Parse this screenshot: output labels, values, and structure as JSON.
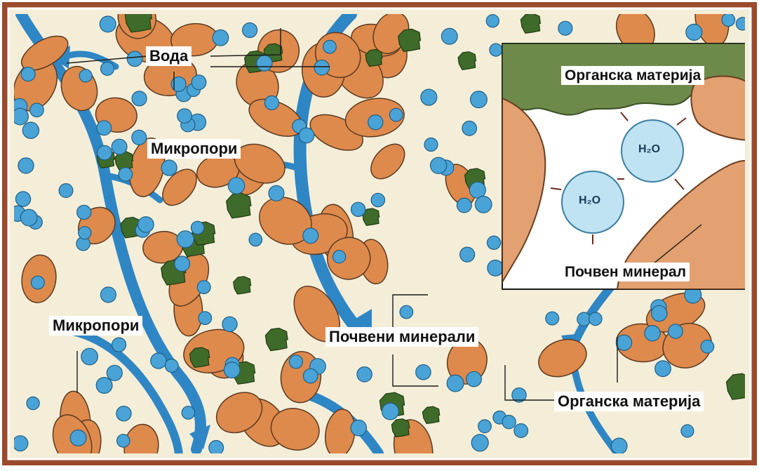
{
  "labels": {
    "water": "Вода",
    "micropores_top": "Микропори",
    "micropores_bottom": "Микропори",
    "soil_minerals": "Почвени минерали",
    "organic_matter_bottom": "Органска материја",
    "inset_organic_matter": "Органска материја",
    "inset_soil_mineral": "Почвен минерал",
    "molecule_1": "H₂O",
    "molecule_2": "H₂O"
  },
  "colors": {
    "frame": "#9b4a2c",
    "background": "#f4eed9",
    "water_channel": "#2f86c4",
    "water_droplet": "#4aa3d6",
    "mineral_grain": "#de8a4c",
    "organic_matter": "#3f6b2a",
    "inset_mineral": "#e3a070",
    "inset_organic": "#6d8a4a",
    "molecule": "#bfe3f2"
  },
  "icons": {
    "arrow": "arrowhead",
    "organic": "organic-blob",
    "grain": "mineral-grain",
    "droplet": "water-droplet"
  }
}
